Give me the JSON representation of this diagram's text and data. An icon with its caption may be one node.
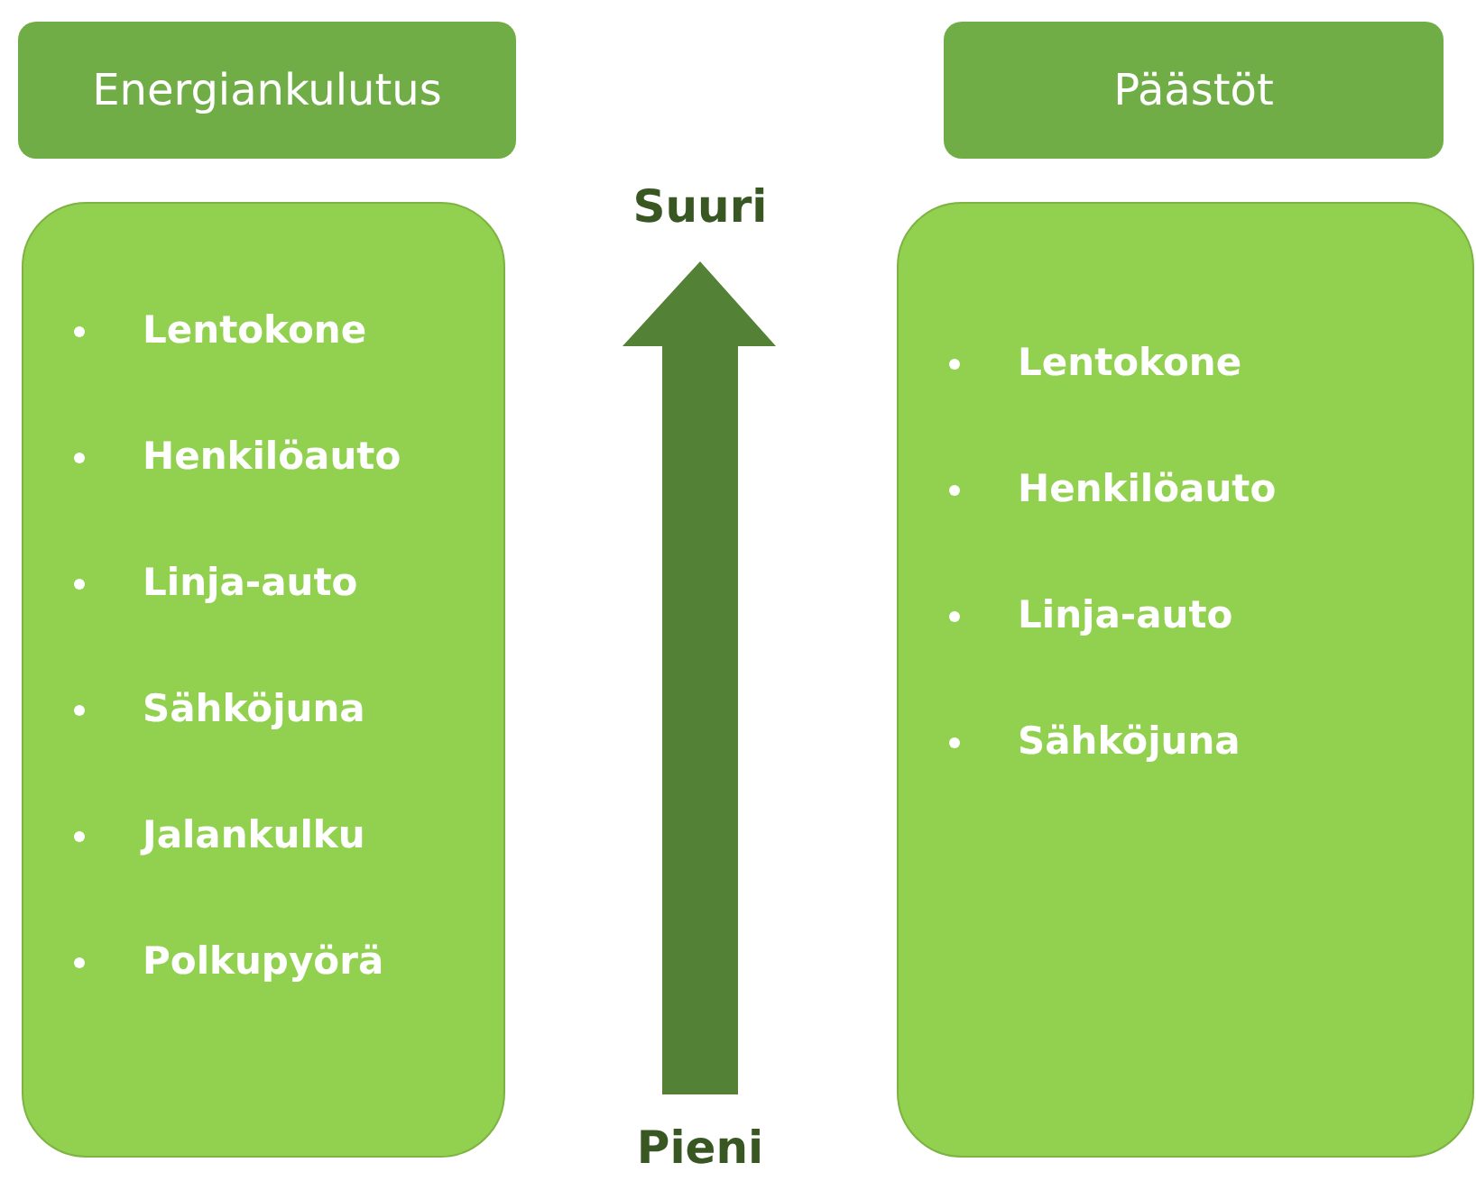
{
  "diagram": {
    "nodes": [
      {
        "text": [
          "Energiankulutus"
        ]
      },
      {
        "text": [
          "Lentokone",
          "Henkilöauto",
          "Linja-auto",
          "Sähköjuna",
          "Jalankulku",
          "Polkupyörä"
        ]
      },
      {
        "text": [
          "Päästöt"
        ]
      },
      {
        "text": [
          "Lentokone",
          "Henkilöauto",
          "Linja-auto",
          "Sähköjuna"
        ]
      }
    ],
    "labels": [
      "Suuri",
      "Pieni"
    ]
  }
}
